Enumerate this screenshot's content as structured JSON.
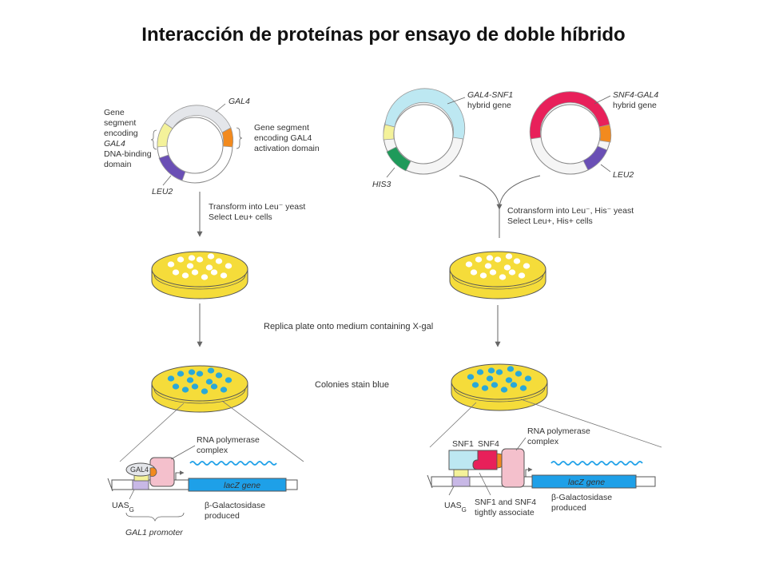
{
  "title": "Interacción de proteínas por ensayo de doble híbrido",
  "left": {
    "plasmid": {
      "gal4": "GAL4",
      "binding_seg": [
        "Gene",
        "segment",
        "encoding",
        "GAL4",
        "DNA-binding",
        "domain"
      ],
      "activation_seg": [
        "Gene segment",
        "encoding GAL4",
        "activation domain"
      ],
      "leu2": "LEU2"
    },
    "step1": [
      "Transform into Leu⁻ yeast",
      "Select Leu+ cells"
    ],
    "complex": {
      "polymerase": [
        "RNA polymerase",
        "complex"
      ],
      "gal4": "GAL4",
      "lacz": "lacZ gene",
      "uas": "UAS",
      "uas_sub": "G",
      "bgal": [
        "β-Galactosidase",
        "produced"
      ],
      "promoter": "GAL1 promoter"
    }
  },
  "right": {
    "plasmid1": {
      "name": [
        "GAL4-SNF1",
        "hybrid gene"
      ],
      "marker": "HIS3"
    },
    "plasmid2": {
      "name": [
        "SNF4-GAL4",
        "hybrid gene"
      ],
      "marker": "LEU2"
    },
    "step1": [
      "Cotransform into Leu⁻, His⁻ yeast",
      "Select Leu+, His+ cells"
    ],
    "complex": {
      "snf1": "SNF1",
      "snf4": "SNF4",
      "polymerase": [
        "RNA polymerase",
        "complex"
      ],
      "lacz": "lacZ gene",
      "uas": "UAS",
      "uas_sub": "G",
      "associate": [
        "SNF1 and SNF4",
        "tightly associate"
      ],
      "bgal": [
        "β-Galactosidase",
        "produced"
      ]
    }
  },
  "middle": {
    "replica": "Replica plate onto medium containing X-gal",
    "blue": "Colonies stain blue"
  },
  "colors": {
    "ring": "#f2f2f2",
    "gal4_seg": "#e4e6ea",
    "binding": "#f4f29a",
    "activation": "#f28a1e",
    "leu2": "#6a4fb5",
    "snf1_gene": "#bde8f2",
    "his3": "#1f9a5a",
    "snf4_gene": "#e8205a",
    "agar": "#f5dc3a",
    "colony_white": "#ffffff",
    "colony_blue": "#2aa8d8",
    "lacz": "#1ea0e8",
    "polymerase": "#f4c0cc",
    "uas_box": "#c8b8e6"
  }
}
